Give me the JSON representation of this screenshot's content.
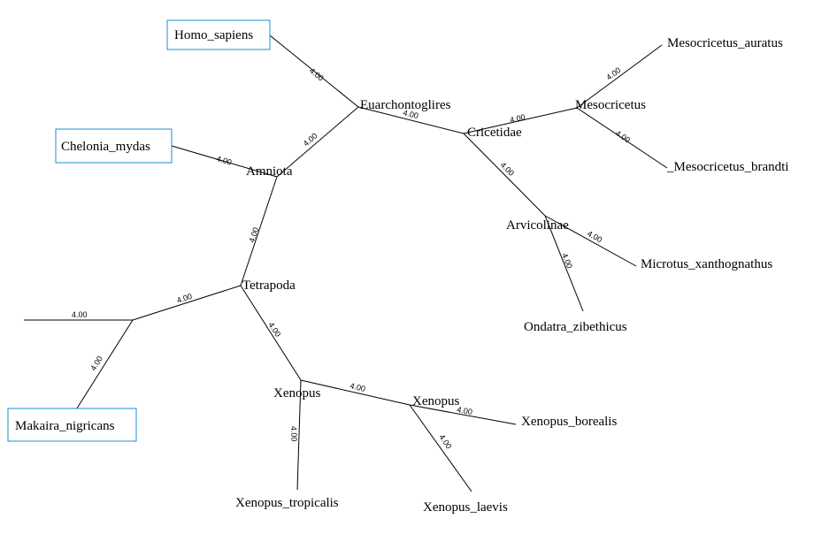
{
  "highlight_color": "#1a8fd0",
  "nodes": {
    "homo_sapiens": "Homo_sapiens",
    "chelonia_mydas": "Chelonia_mydas",
    "makaira_nigricans": "Makaira_nigricans",
    "euarchontoglires": "Euarchontoglires",
    "amniota": "Amniota",
    "tetrapoda": "Tetrapoda",
    "cricetidae": "Cricetidae",
    "mesocricetus": "Mesocricetus",
    "mesocricetus_auratus": "Mesocricetus_auratus",
    "mesocricetus_brandti": "_Mesocricetus_brandti",
    "arvicolinae": "Arvicolinae",
    "microtus_xanthognathus": "Microtus_xanthognathus",
    "ondatra_zibethicus": "Ondatra_zibethicus",
    "xenopus_inner": "Xenopus",
    "xenopus_sub": "Xenopus",
    "xenopus_borealis": "Xenopus_borealis",
    "xenopus_laevis": "Xenopus_laevis",
    "xenopus_tropicalis": "Xenopus_tropicalis"
  },
  "branch_length": "4.00"
}
